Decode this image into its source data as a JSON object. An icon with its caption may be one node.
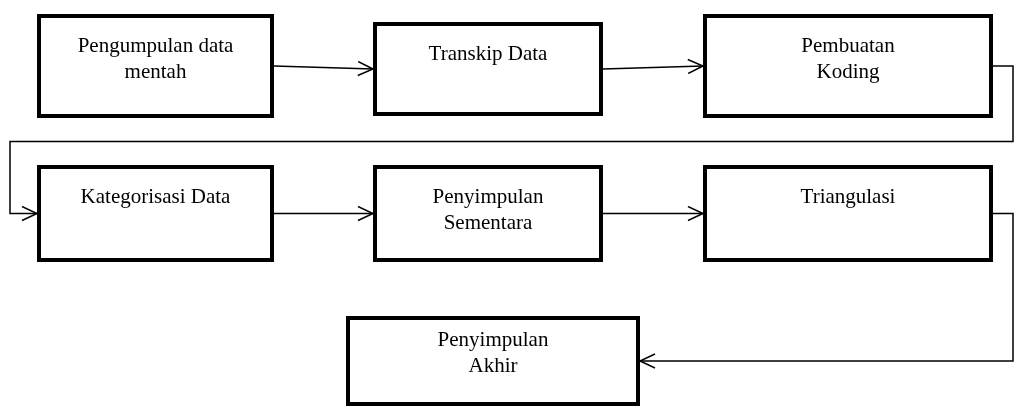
{
  "diagram": {
    "nodes": [
      {
        "text": [
          "Pengumpulan data mentah"
        ]
      },
      {
        "text": [
          "Transkip Data"
        ]
      },
      {
        "text": [
          "Pembuatan Koding"
        ]
      },
      {
        "text": [
          "Kategorisasi Data"
        ]
      },
      {
        "text": [
          "Penyimpulan Sementara"
        ]
      },
      {
        "text": [
          "Triangulasi"
        ]
      },
      {
        "text": [
          "Penyimpulan Akhir"
        ]
      }
    ],
    "edges": [
      {
        "from": 0,
        "to": 1,
        "arrow": "to"
      },
      {
        "from": 1,
        "to": 2,
        "arrow": "to"
      },
      {
        "from": 2,
        "to": 3,
        "arrow": "to"
      },
      {
        "from": 3,
        "to": 4,
        "arrow": "to"
      },
      {
        "from": 4,
        "to": 5,
        "arrow": "to"
      },
      {
        "from": 5,
        "to": 6,
        "arrow": "to"
      }
    ]
  }
}
